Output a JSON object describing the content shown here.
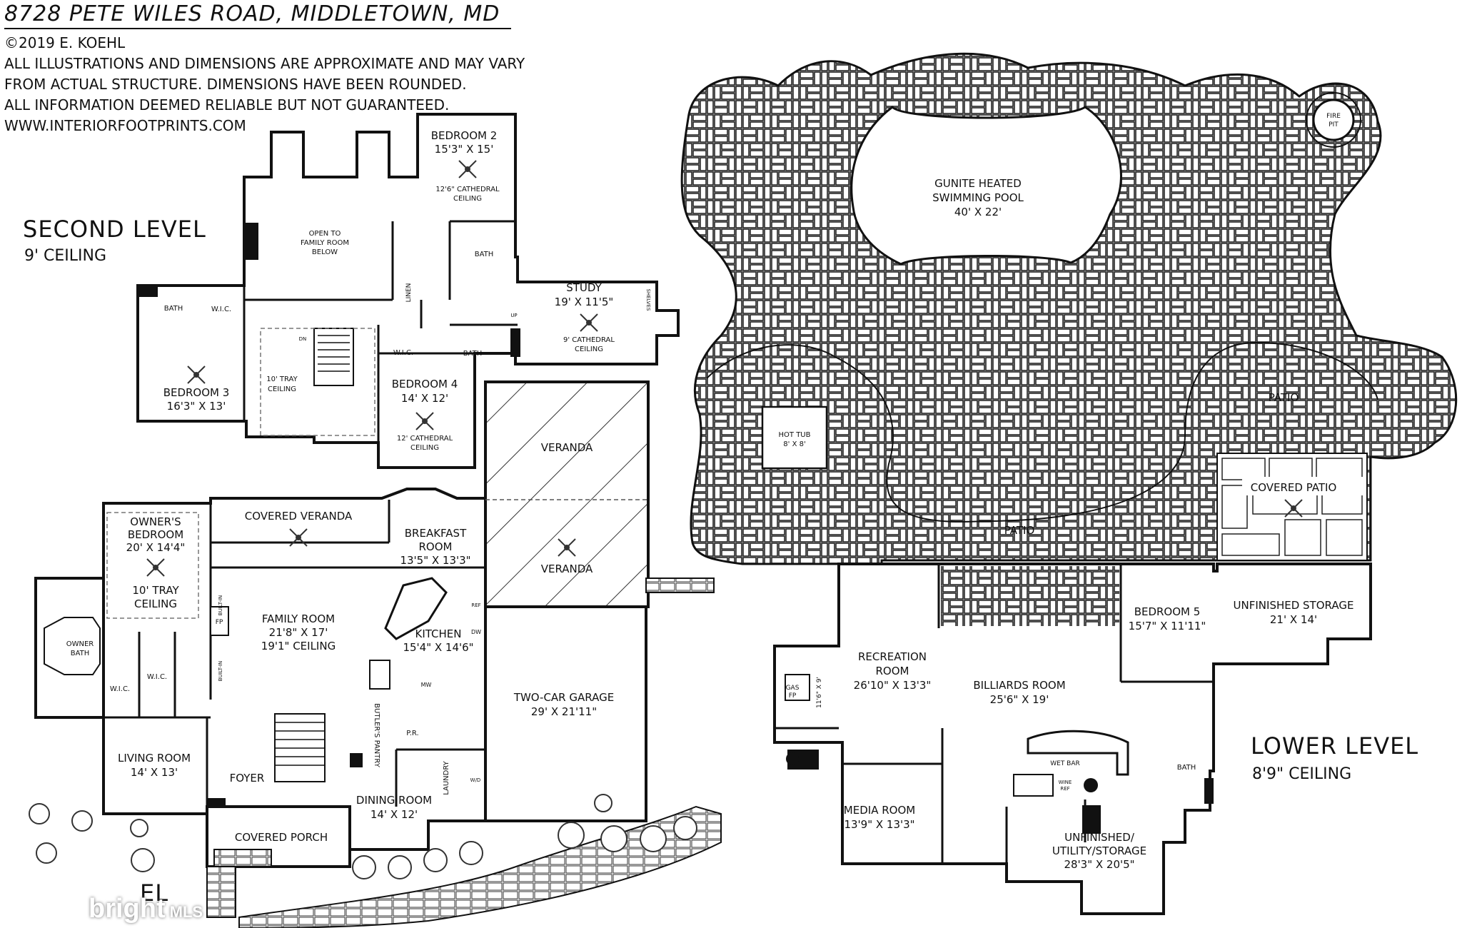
{
  "header": {
    "address": "8728 PETE WILES ROAD, MIDDLETOWN, MD",
    "lines": [
      "©2019 E. KOEHL",
      "ALL ILLUSTRATIONS AND DIMENSIONS ARE APPROXIMATE AND MAY VARY",
      "FROM ACTUAL STRUCTURE. DIMENSIONS HAVE BEEN ROUNDED.",
      "ALL INFORMATION DEEMED RELIABLE BUT NOT GUARANTEED.",
      "WWW.INTERIORFOOTPRINTS.COM"
    ]
  },
  "levels": {
    "second": {
      "title": "SECOND LEVEL",
      "sub": "9' CEILING"
    },
    "lower": {
      "title": "LOWER LEVEL",
      "sub": "8'9\" CEILING"
    },
    "main_partial": "EL"
  },
  "second_level": {
    "bedroom2": {
      "name": "BEDROOM 2",
      "dim": "15'3\" X 15'",
      "n1": "12'6\" CATHEDRAL",
      "n2": "CEILING"
    },
    "open_to": {
      "l1": "OPEN TO",
      "l2": "FAMILY ROOM",
      "l3": "BELOW"
    },
    "bath_a": "BATH",
    "bath_b": "BATH",
    "bath_c": "BATH",
    "wic_a": "W.I.C.",
    "wic_b": "W.I.C.",
    "linen": "LINEN",
    "study": {
      "name": "STUDY",
      "dim": "19' X 11'5\"",
      "n1": "9' CATHEDRAL",
      "n2": "CEILING"
    },
    "shelves": "SHELVES",
    "bedroom3": {
      "name": "BEDROOM 3",
      "dim": "16'3\" X 13'"
    },
    "tray": {
      "l1": "10' TRAY",
      "l2": "CEILING"
    },
    "bedroom4": {
      "name": "BEDROOM 4",
      "dim": "14' X 12'",
      "n1": "12' CATHEDRAL",
      "n2": "CEILING"
    },
    "dn": "DN",
    "up": "UP"
  },
  "main_level": {
    "veranda": "VERANDA",
    "covered_veranda": "COVERED VERANDA",
    "owners_bedroom": {
      "l1": "OWNER'S",
      "l2": "BEDROOM",
      "dim": "20' X 14'4\"",
      "n1": "10' TRAY",
      "n2": "CEILING"
    },
    "breakfast": {
      "l1": "BREAKFAST",
      "l2": "ROOM",
      "dim": "13'5\" X 13'3\""
    },
    "family_room": {
      "name": "FAMILY ROOM",
      "dim": "21'8\" X 17'",
      "n1": "19'1\" CEILING"
    },
    "kitchen": {
      "name": "KITCHEN",
      "dim": "15'4\" X 14'6\""
    },
    "owner_bath": {
      "l1": "OWNER",
      "l2": "BATH"
    },
    "wic": "W.I.C.",
    "built_in": "BUILT-IN",
    "fp": "FP",
    "mw": "MW",
    "dw": "DW",
    "ref": "REF",
    "garage": {
      "name": "TWO-CAR GARAGE",
      "dim": "29' X 21'11\""
    },
    "living_room": {
      "name": "LIVING ROOM",
      "dim": "14' X 13'"
    },
    "foyer": "FOYER",
    "butlers_pantry": "BUTLER'S PANTRY",
    "pr": "P.R.",
    "laundry": "LAUNDRY",
    "wd": "W/D",
    "dining_room": {
      "name": "DINING ROOM",
      "dim": "14' X 12'"
    },
    "covered_porch": "COVERED PORCH"
  },
  "lower_level": {
    "pool": {
      "l1": "GUNITE HEATED",
      "l2": "SWIMMING POOL",
      "dim": "40' X 22'"
    },
    "fire_pit": {
      "l1": "FIRE",
      "l2": "PIT"
    },
    "hot_tub": {
      "name": "HOT TUB",
      "dim": "8' X 8'"
    },
    "patio": "PATIO",
    "covered_patio": "COVERED PATIO",
    "recreation": {
      "name": "RECREATION",
      "l2": "ROOM",
      "dim": "26'10\" X 13'3\""
    },
    "billiards": {
      "name": "BILLIARDS ROOM",
      "dim": "25'6\" X 19'"
    },
    "bedroom5": {
      "name": "BEDROOM 5",
      "dim": "15'7\" X 11'11\""
    },
    "storage": {
      "name": "UNFINISHED STORAGE",
      "dim": "21' X 14'"
    },
    "gas_fp": {
      "l1": "GAS",
      "l2": "FP"
    },
    "alcove": "11'6\" X 9'",
    "wet_bar": "WET BAR",
    "wine_ref": {
      "l1": "WINE",
      "l2": "REF"
    },
    "bath": "BATH",
    "media": {
      "name": "MEDIA ROOM",
      "dim": "13'9\" X 13'3\""
    },
    "utility": {
      "l1": "UNFINISHED/",
      "l2": "UTILITY/STORAGE",
      "dim": "28'3\" X 20'5\""
    }
  },
  "watermark": {
    "brand": "bright",
    "mls": "MLS"
  }
}
